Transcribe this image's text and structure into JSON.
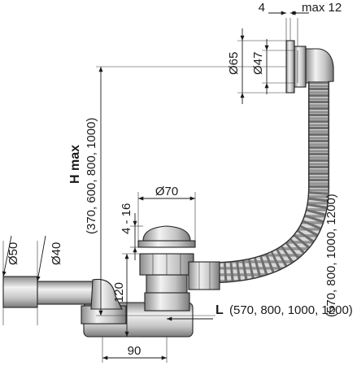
{
  "labels": {
    "overflow_thickness": "4",
    "overflow_max": "max 12",
    "overflow_outer_diameter": "Ø65",
    "overflow_inner_diameter": "Ø47",
    "height_title": "H max",
    "height_values": "(370, 600, 800, 1000)",
    "drain_gap": "4 - 16",
    "drain_diameter": "Ø70",
    "outlet_outer_diameter": "Ø50",
    "outlet_inner_diameter": "Ø40",
    "body_height": "120",
    "base_width": "90",
    "length_title": "L",
    "length_values": "(570, 800, 1000, 1200)",
    "hose_lengths_vertical": "(570, 800, 1000, 1200)"
  },
  "colors": {
    "line": "#1a1a1a",
    "metal_light": "#e8e8e8",
    "metal_mid": "#b8b8b8",
    "metal_dark": "#7a7a7a"
  }
}
